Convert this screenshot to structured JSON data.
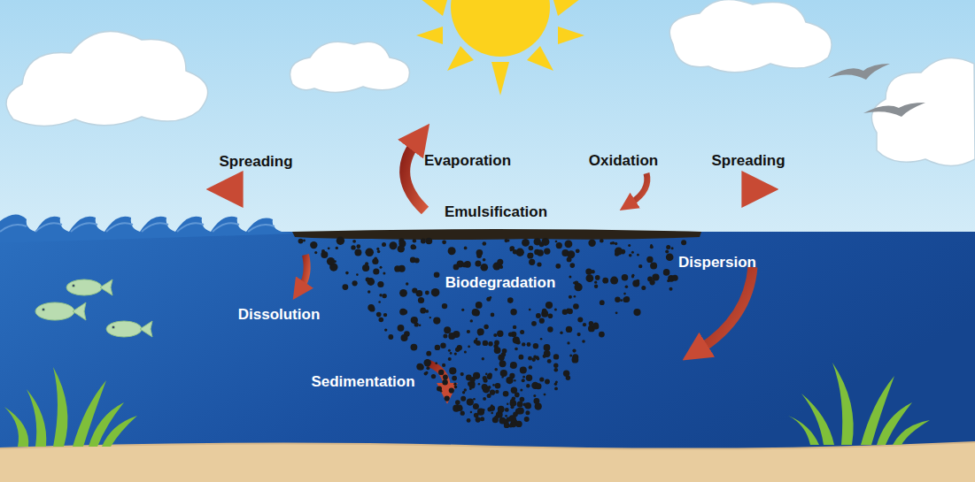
{
  "diagram": {
    "labels": [
      "Spreading",
      "Evaporation",
      "Oxidation",
      "Spreading",
      "Emulsification",
      "Dispersion",
      "Biodegradation",
      "Dissolution",
      "Sedimentation"
    ]
  }
}
